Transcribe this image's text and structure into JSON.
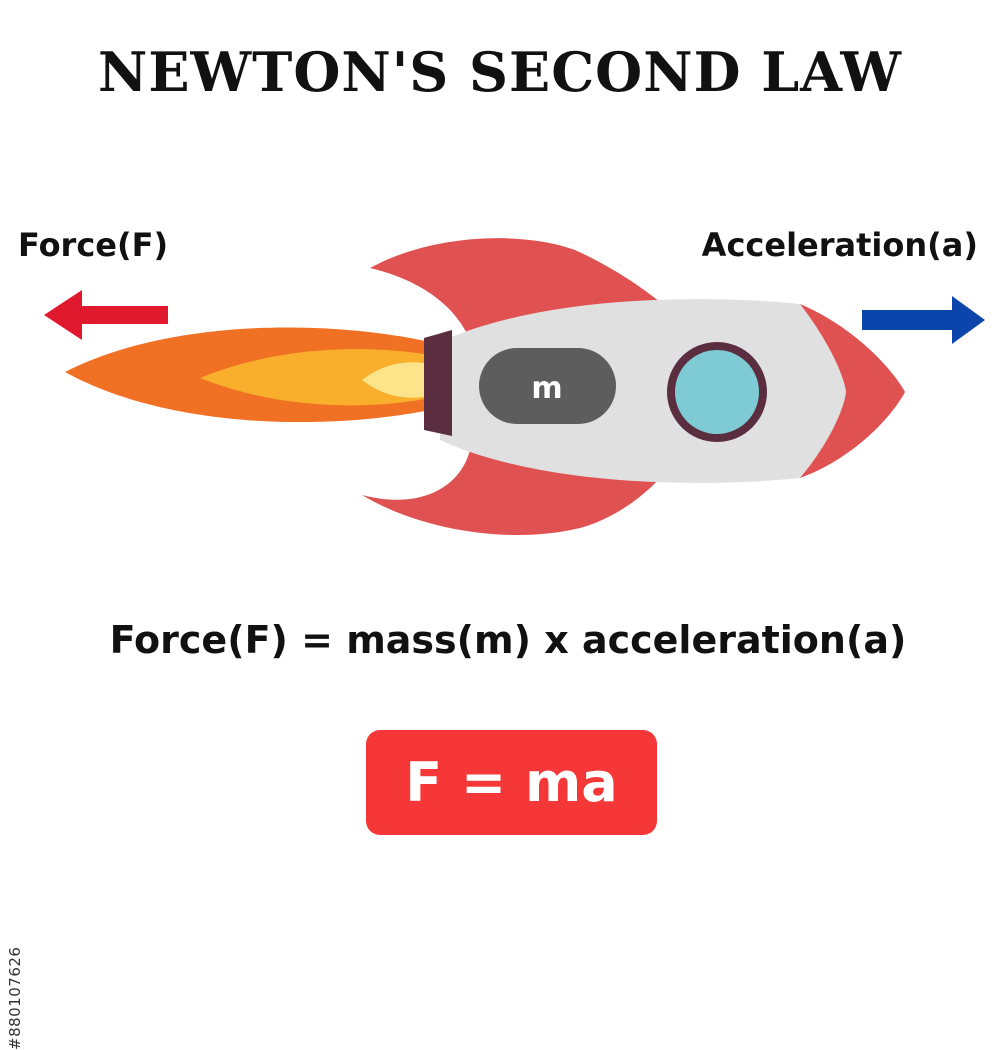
{
  "title": "NEWTON'S SECOND LAW",
  "labels": {
    "force": "Force(F)",
    "acceleration": "Acceleration(a)",
    "mass": "m"
  },
  "formula": {
    "full": "Force(F) = mass(m) x acceleration(a)",
    "short": "F = ma"
  },
  "watermark_id": "#880107626",
  "colors": {
    "force_arrow": "#e0192f",
    "acceleration_arrow": "#0b44aa",
    "rocket_fin": "#e05252",
    "rocket_body": "#e0e0e0",
    "window_glass": "#7ecbd6",
    "window_rim": "#5a2d3f",
    "mass_badge": "#5d5d5d",
    "flame_outer": "#f07024",
    "flame_mid": "#f9ae2c",
    "flame_core": "#fde48a",
    "equation_box": "#f53738"
  },
  "icons": [
    "force-arrow-icon",
    "acceleration-arrow-icon",
    "rocket-icon",
    "flame-icon",
    "window-icon"
  ]
}
